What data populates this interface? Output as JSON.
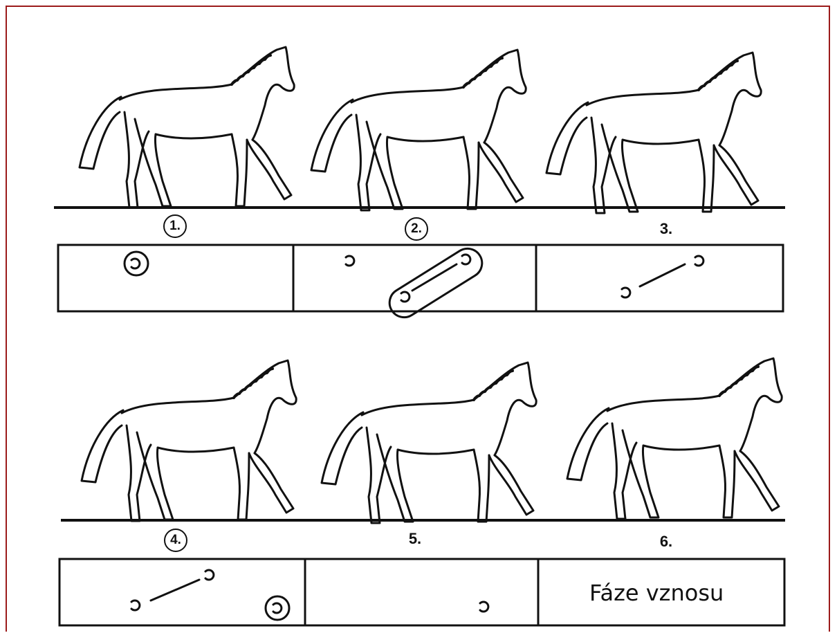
{
  "steps": [
    {
      "label": "1.",
      "circled": true
    },
    {
      "label": "2.",
      "circled": true
    },
    {
      "label": "3.",
      "circled": false
    },
    {
      "label": "4.",
      "circled": true
    },
    {
      "label": "5.",
      "circled": false
    },
    {
      "label": "6.",
      "circled": false
    }
  ],
  "phase_text": "Fáze vznosu",
  "colors": {
    "frame": "#9b1a1a",
    "ink": "#111111"
  }
}
